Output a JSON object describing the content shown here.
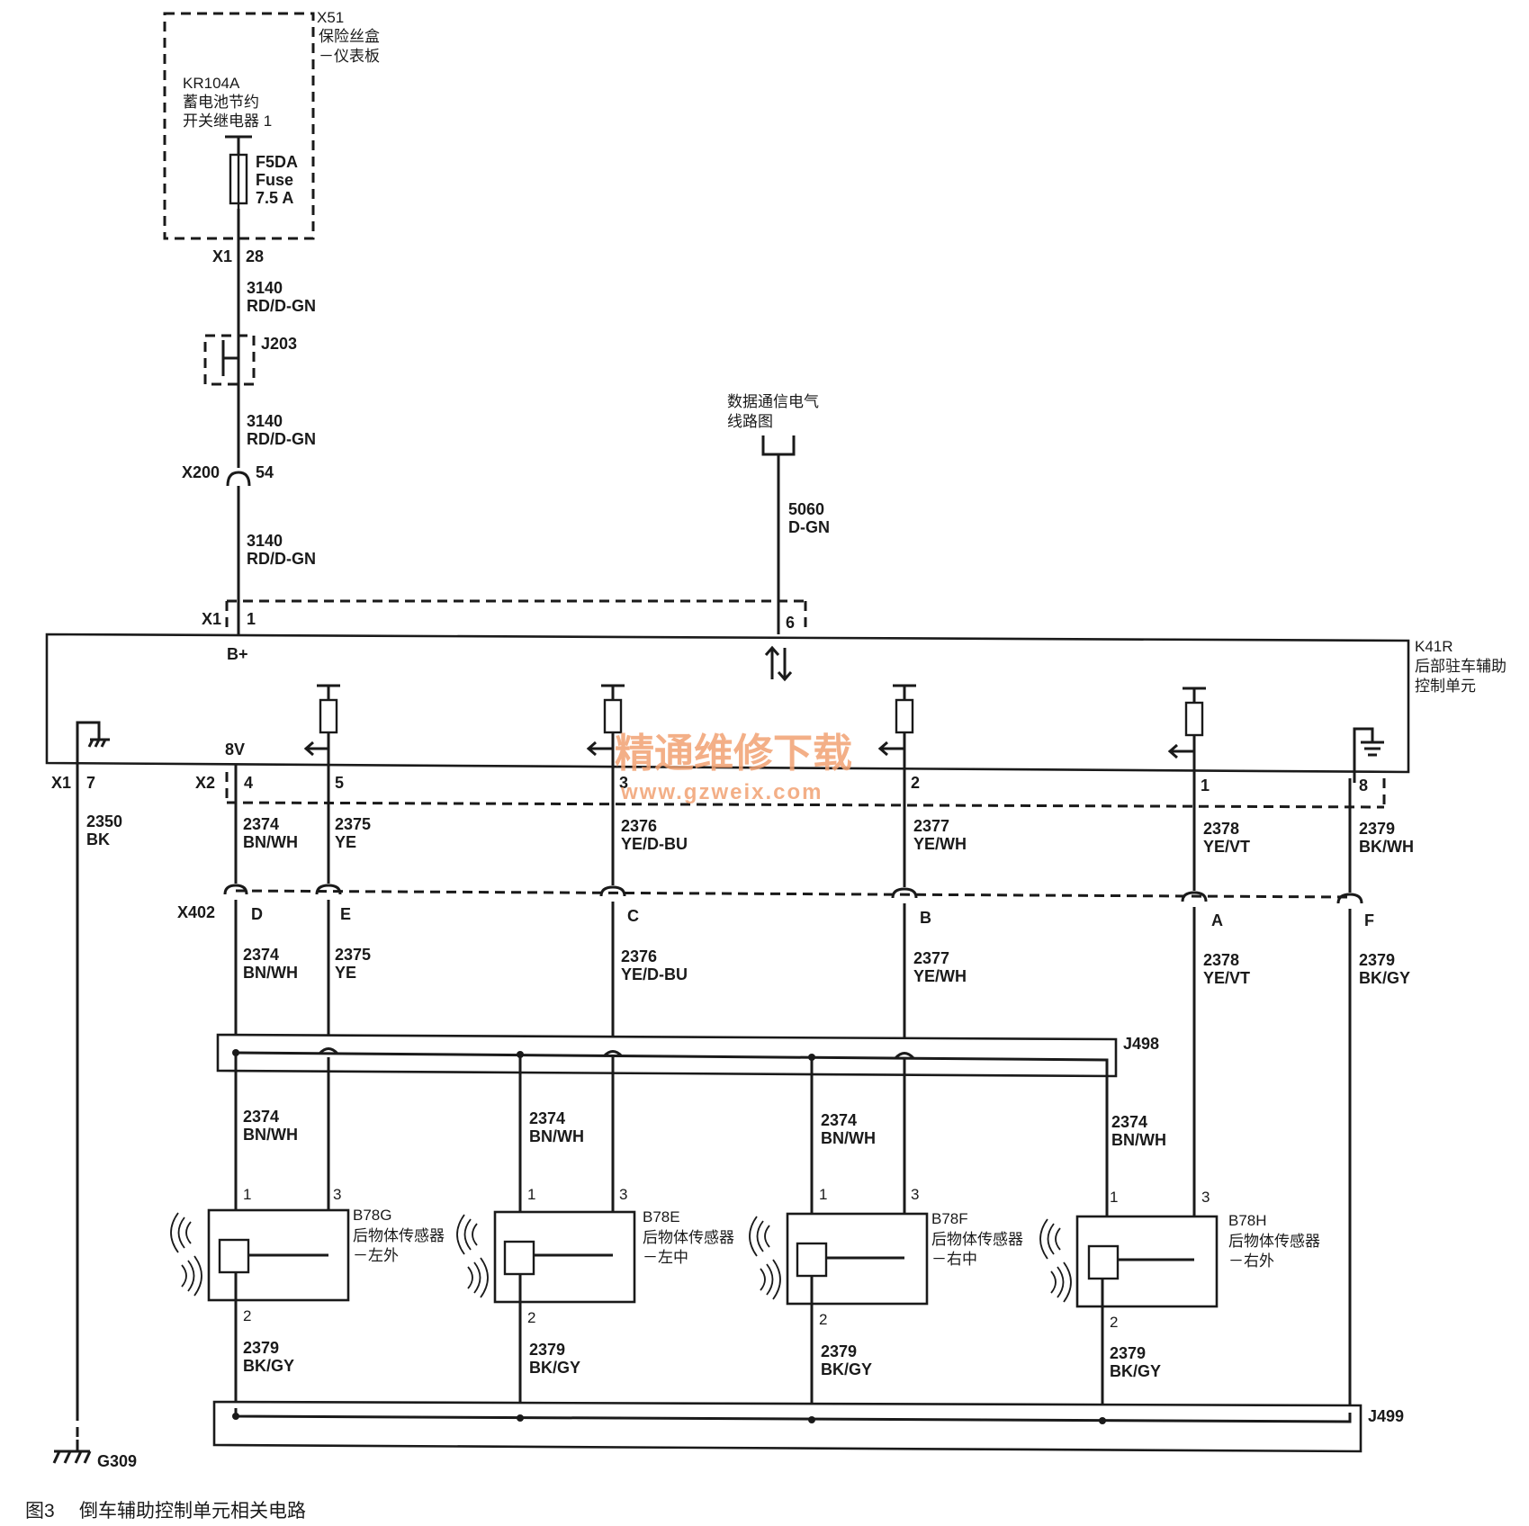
{
  "fuse_box": {
    "id": "X51",
    "name_line1": "保险丝盒",
    "name_line2": "－仪表板",
    "relay_id": "KR104A",
    "relay_line1": "蓄电池节约",
    "relay_line2": "开关继电器 1",
    "fuse_id": "F5DA",
    "fuse_word": "Fuse",
    "fuse_rating": "7.5 A"
  },
  "feed": {
    "x1_label": "X1",
    "x1_pin": "28",
    "wire_number": "3140",
    "wire_color": "RD/D-GN",
    "splice": "J203",
    "x200_label": "X200",
    "x200_pin": "54"
  },
  "data_link": {
    "ref_line1": "数据通信电气",
    "ref_line2": "线路图",
    "wire_number": "5060",
    "wire_color": "D-GN",
    "pin": "6"
  },
  "module": {
    "id": "K41R",
    "name_line1": "后部驻车辅助",
    "name_line2": "控制单元",
    "x1_label": "X1",
    "x1_pin": "1",
    "bplus": "B+",
    "eight_v": "8V",
    "x1_ground_label": "X1",
    "x1_ground_pin": "7",
    "x2_label": "X2",
    "x2_pins": [
      "4",
      "5",
      "3",
      "2",
      "1",
      "8"
    ]
  },
  "ground_wire": {
    "number": "2350",
    "color": "BK",
    "ground_id": "G309"
  },
  "upper_wires": [
    {
      "number": "2374",
      "color": "BN/WH"
    },
    {
      "number": "2375",
      "color": "YE"
    },
    {
      "number": "2376",
      "color": "YE/D-BU"
    },
    {
      "number": "2377",
      "color": "YE/WH"
    },
    {
      "number": "2378",
      "color": "YE/VT"
    },
    {
      "number": "2379",
      "color": "BK/WH"
    }
  ],
  "x402": {
    "label": "X402",
    "pins": [
      "D",
      "E",
      "C",
      "B",
      "A",
      "F"
    ]
  },
  "lower_wires": [
    {
      "number": "2374",
      "color": "BN/WH"
    },
    {
      "number": "2375",
      "color": "YE"
    },
    {
      "number": "2376",
      "color": "YE/D-BU"
    },
    {
      "number": "2377",
      "color": "YE/WH"
    },
    {
      "number": "2378",
      "color": "YE/VT"
    },
    {
      "number": "2379",
      "color": "BK/GY"
    }
  ],
  "splice_j498": "J498",
  "splice_j499": "J499",
  "sensor_feed": {
    "number": "2374",
    "color": "BN/WH"
  },
  "sensor_ground": {
    "number": "2379",
    "color": "BK/GY"
  },
  "sensor_pins": {
    "pin1": "1",
    "pin2": "2",
    "pin3": "3"
  },
  "sensors": [
    {
      "id": "B78G",
      "line1": "后物体传感器",
      "line2": "－左外"
    },
    {
      "id": "B78E",
      "line1": "后物体传感器",
      "line2": "－左中"
    },
    {
      "id": "B78F",
      "line1": "后物体传感器",
      "line2": "－右中"
    },
    {
      "id": "B78H",
      "line1": "后物体传感器",
      "line2": "－右外"
    }
  ],
  "watermark": {
    "line1": "精通维修下载",
    "line2": "www.gzweix.com"
  },
  "caption": {
    "figure": "图3",
    "text": "倒车辅助控制单元相关电路"
  },
  "colors": {
    "ink": "#1a1a1a",
    "watermark": "#f2a273",
    "background": "#ffffff"
  }
}
